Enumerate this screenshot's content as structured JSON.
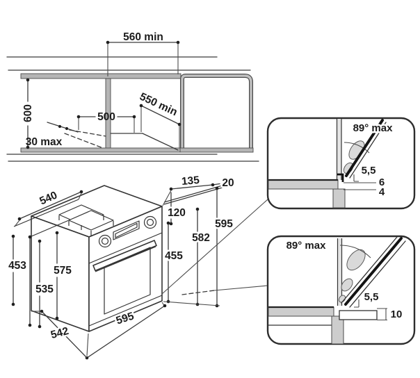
{
  "diagram": {
    "kind": "built-in oven installation drawing",
    "colors": {
      "line": "#3a3a3a",
      "cabinet_band_gray": "#b5b5b5",
      "detail_bar_gray": "#cdcdcd",
      "background": "#ffffff"
    }
  },
  "labels": {
    "top": {
      "d560": "560 min",
      "d600": "600",
      "d500": "500",
      "d550": "550 min",
      "d30": "30 max"
    },
    "oven": {
      "d540": "540",
      "d135": "135",
      "d20": "20",
      "d120": "120",
      "d595_side": "595",
      "d582": "582",
      "d455": "455",
      "d453": "453",
      "d575": "575",
      "d535": "535",
      "d595_front": "595",
      "d542": "542"
    },
    "detail_top": {
      "angle": "89° max",
      "gap": "5,5",
      "g6": "6",
      "g4": "4"
    },
    "detail_bottom": {
      "angle": "89° max",
      "gap": "5,5",
      "g10": "10"
    }
  }
}
